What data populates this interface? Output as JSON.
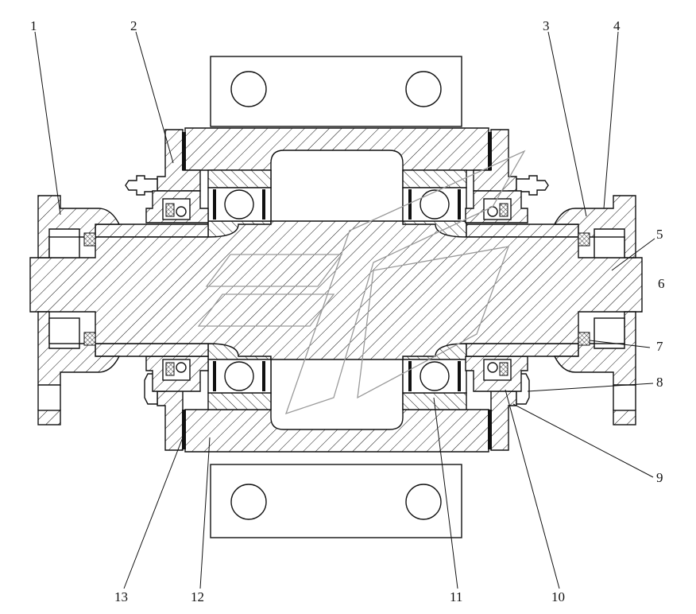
{
  "labels": [
    "1",
    "2",
    "3",
    "4",
    "5",
    "6",
    "7",
    "8",
    "9",
    "10",
    "11",
    "12",
    "13"
  ]
}
